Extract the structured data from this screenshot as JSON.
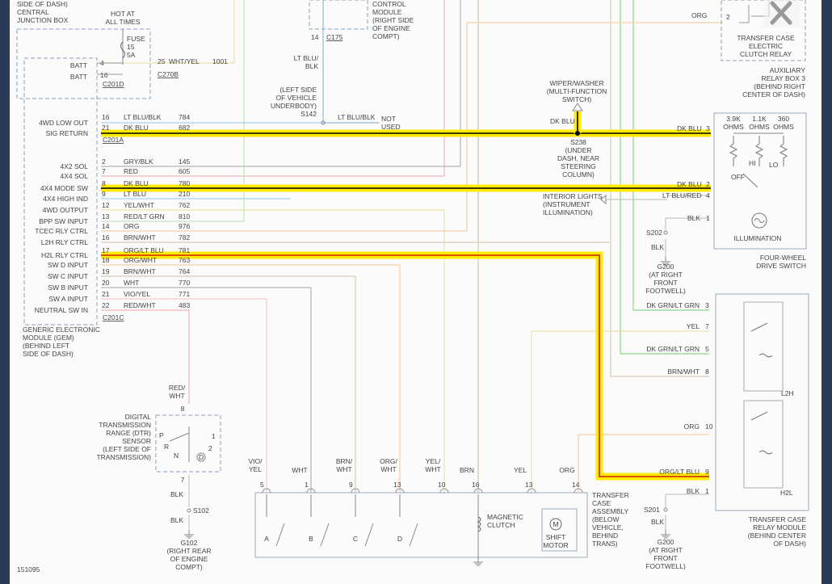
{
  "doc_number": "151095",
  "close_icon": "close-icon",
  "colors": {
    "highlight": "#ffea00",
    "wire": "#a9a9a9",
    "module_box": "#8aa0bb"
  },
  "top_left": {
    "lines": [
      "SIDE OF DASH)",
      "CENTRAL",
      "JUNCTION BOX"
    ]
  },
  "hot_at": [
    "HOT AT",
    "ALL TIMES"
  ],
  "fuse": [
    "FUSE",
    "15",
    "5A"
  ],
  "batt_pins": [
    {
      "name": "BATT",
      "pin": "4"
    },
    {
      "name": "BATT",
      "pin": "16"
    }
  ],
  "conn_c201d": "C201D",
  "batt_wire": {
    "pin": "25",
    "color": "WHT/YEL",
    "circuit": "1001",
    "conn": "C270B"
  },
  "ctrl_module": {
    "pin": "14",
    "conn": "C175",
    "lines": [
      "CONTROL",
      "MODULE",
      "(RIGHT SIDE",
      "OF ENGINE",
      "COMPT)"
    ]
  },
  "lt_blu_blk": [
    "LT BLU/",
    "BLK"
  ],
  "left_side_underbody": [
    "(LEFT SIDE",
    "OF VEHICLE",
    "UNDERBODY)",
    "S142"
  ],
  "not_used": {
    "color": "LT BLU/BLK",
    "text": [
      "NOT",
      "USED"
    ]
  },
  "gem_upper": [
    {
      "name": "4WD LOW OUT",
      "pin": "16",
      "color": "LT BLU/BLK",
      "circuit": "784"
    },
    {
      "name": "SIG RETURN",
      "pin": "21",
      "color": "DK BLU",
      "circuit": "682"
    }
  ],
  "conn_c201a": "C201A",
  "gem_lower": [
    {
      "name": "4X2 SOL",
      "pin": "2",
      "color": "GRY/BLK",
      "circuit": "145"
    },
    {
      "name": "4X4 SOL",
      "pin": "7",
      "color": "RED",
      "circuit": "605"
    },
    {
      "name": "4X4 MODE SW",
      "pin": "8",
      "color": "DK BLU",
      "circuit": "780"
    },
    {
      "name": "4X4 HIGH IND",
      "pin": "9",
      "color": "LT BLU",
      "circuit": "210"
    },
    {
      "name": "4WD OUTPUT",
      "pin": "12",
      "color": "YEL/WHT",
      "circuit": "762"
    },
    {
      "name": "BPP SW INPUT",
      "pin": "13",
      "color": "RED/LT GRN",
      "circuit": "810"
    },
    {
      "name": "TCEC RLY CTRL",
      "pin": "14",
      "color": "ORG",
      "circuit": "976"
    },
    {
      "name": "L2H RLY CTRL",
      "pin": "16",
      "color": "BRN/WHT",
      "circuit": "782"
    },
    {
      "name": "H2L RLY CTRL",
      "pin": "17",
      "color": "ORG/LT BLU",
      "circuit": "781"
    },
    {
      "name": "SW D INPUT",
      "pin": "18",
      "color": "ORG/WHT",
      "circuit": "763"
    },
    {
      "name": "SW C INPUT",
      "pin": "19",
      "color": "BRN/WHT",
      "circuit": "764"
    },
    {
      "name": "SW B INPUT",
      "pin": "20",
      "color": "WHT",
      "circuit": "770"
    },
    {
      "name": "SW A INPUT",
      "pin": "21",
      "color": "VIO/YEL",
      "circuit": "771"
    },
    {
      "name": "NEUTRAL SW IN",
      "pin": "22",
      "color": "RED/WHT",
      "circuit": "483"
    }
  ],
  "conn_c201c": "C201C",
  "gem_title": [
    "GENERIC ELECTRONIC",
    "MODULE (GEM)",
    "(BEHIND LEFT",
    "SIDE OF DASH)"
  ],
  "wiper_switch": [
    "WIPER/WASHER",
    "(MULTI-FUNCTION",
    "SWITCH)"
  ],
  "dk_blu": "DK BLU",
  "s238": [
    "S238",
    "(UNDER",
    "DASH, NEAR",
    "STEERING",
    "COLUMN)"
  ],
  "interior_lights": [
    "INTERIOR LIGHTS",
    "(INSTRUMENT",
    "ILLUMINATION)"
  ],
  "tc_clutch_relay": {
    "color": "ORG",
    "pin": "2",
    "lines": [
      "TRANSFER CASE",
      "ELECTRIC",
      "CLUTCH RELAY"
    ]
  },
  "aux_relay_box": [
    "AUXILIARY",
    "RELAY BOX 3",
    "(BEHIND RIGHT",
    "CENTER OF DASH)"
  ],
  "fwd_switch_pins": [
    {
      "color": "DK BLU",
      "pin": "3"
    },
    {
      "color": "DK BLU",
      "pin": "2"
    },
    {
      "color": "LT BLU/RED",
      "pin": "4"
    },
    {
      "color": "BLK",
      "pin": "1"
    }
  ],
  "resistors": [
    [
      "3.9K",
      "OHMS"
    ],
    [
      "1.1K",
      "OHMS"
    ],
    [
      "360",
      "OHMS"
    ]
  ],
  "switch_positions": {
    "off": "OFF",
    "hi": "HI",
    "lo": "LO"
  },
  "illumination": "ILLUMINATION",
  "fwd_switch_title": [
    "FOUR-WHEEL",
    "DRIVE SWITCH"
  ],
  "ground_s202": {
    "splice": "S202",
    "color": "BLK",
    "lines": [
      "G200",
      "(AT RIGHT",
      "FRONT",
      "FOOTWELL)"
    ]
  },
  "tc_relay_pins": [
    {
      "color": "DK GRN/LT GRN",
      "pin": "3"
    },
    {
      "color": "YEL",
      "pin": "7"
    },
    {
      "color": "DK GRN/LT GRN",
      "pin": "5"
    },
    {
      "color": "BRN/WHT",
      "pin": "8"
    },
    {
      "color": "ORG",
      "pin": "10"
    },
    {
      "color": "ORG/LT BLU",
      "pin": "9"
    },
    {
      "color": "BLK",
      "pin": "1"
    }
  ],
  "relay_labels": {
    "l2h": "L2H",
    "h2l": "H2L"
  },
  "tc_relay_title": [
    "TRANSFER CASE",
    "RELAY MODULE",
    "(BEHIND CENTER",
    "OF DASH)"
  ],
  "ground_s201": {
    "splice": "S201",
    "color": "BLK",
    "lines": [
      "G200",
      "(AT RIGHT",
      "FRONT",
      "FOOTWELL)"
    ]
  },
  "dtr_sensor": {
    "color": [
      "RED/",
      "WHT"
    ],
    "pin_top": "8",
    "pin_bottom": "7",
    "positions": [
      "P",
      "R",
      "N",
      "D",
      "1",
      "2"
    ],
    "lines": [
      "DIGITAL",
      "TRANSMISSION",
      "RANGE (DTR)",
      "SENSOR",
      "(LEFT SIDE OF",
      "TRANSMISSION)"
    ]
  },
  "s102": {
    "color": "BLK",
    "splice": "S102",
    "color2": "BLK",
    "lines": [
      "G102",
      "(RIGHT REAR",
      "OF ENGINE",
      "COMPT)"
    ]
  },
  "tc_assembly_wires": [
    {
      "color": [
        "VIO/",
        "YEL"
      ],
      "pin": "5"
    },
    {
      "color": [
        "WHT"
      ],
      "pin": "1"
    },
    {
      "color": [
        "BRN/",
        "WHT"
      ],
      "pin": "9"
    },
    {
      "color": [
        "ORG/",
        "WHT"
      ],
      "pin": "13"
    },
    {
      "color": [
        "YEL/",
        "WHT"
      ],
      "pin": "10"
    },
    {
      "color": [
        "BRN"
      ],
      "pin": "16"
    },
    {
      "color": [
        "YEL"
      ],
      "pin": "13"
    },
    {
      "color": [
        "ORG"
      ],
      "pin": "14"
    }
  ],
  "tc_switches": [
    "A",
    "B",
    "C",
    "D"
  ],
  "magnetic_clutch": [
    "MAGNETIC",
    "CLUTCH"
  ],
  "shift_motor": [
    "SHIFT",
    "MOTOR"
  ],
  "motor_symbol": "M",
  "tc_assembly_title": [
    "TRANSFER",
    "CASE",
    "ASSEMBLY",
    "(BELOW",
    "VEHICLE,",
    "BEHIND",
    "TRANS)"
  ]
}
